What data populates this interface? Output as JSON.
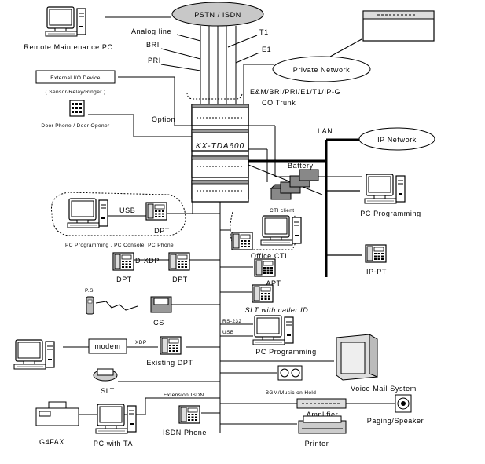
{
  "labels": {
    "pstn": "PSTN / ISDN",
    "remote_pc": "Remote Maintenance PC",
    "analog_line": "Analog line",
    "bri": "BRI",
    "pri": "PRI",
    "t1": "T1",
    "e1": "E1",
    "private_network": "Private Network",
    "trunk_types": "E&M/BRI/PRI/E1/T1/IP-G",
    "co_trunk": "CO Trunk",
    "external_io": "External I/O Device",
    "sensor": "( Sensor/Relay/Ringer )",
    "door_phone": "Door Phone / Door Opener",
    "option": "Option",
    "model": "KX-TDA600",
    "lan": "LAN",
    "ip_network": "IP Network",
    "battery": "Battery",
    "usb": "USB",
    "dpt_usb": "DPT",
    "pc_programming_console": "PC Programming , PC Console, PC Phone",
    "cti_client": "CTI client",
    "office_cti": "Office CTI",
    "pc_programming_right": "PC Programming",
    "dxdp": "D-XDP",
    "dpt_left": "DPT",
    "dpt_right": "DPT",
    "apt": "APT",
    "ps": "P.S",
    "cs": "CS",
    "slt_caller_id": "SLT with caller ID",
    "rs232": "RS-232",
    "usb2": "USB",
    "modem": "modem",
    "xdp": "XDP",
    "existing_dpt": "Existing DPT",
    "pc_programming_lower": "PC Programming",
    "ip_pt": "IP-PT",
    "slt": "SLT",
    "bgm": "BGM/Music on Hold",
    "voice_mail": "Voice Mail System",
    "extension_isdn": "Extension ISDN",
    "amplifier": "Amplifier",
    "paging_speaker": "Paging/Speaker",
    "g4fax": "G4FAX",
    "pc_with_ta": "PC with TA",
    "isdn_phone": "ISDN Phone",
    "printer": "Printer"
  }
}
